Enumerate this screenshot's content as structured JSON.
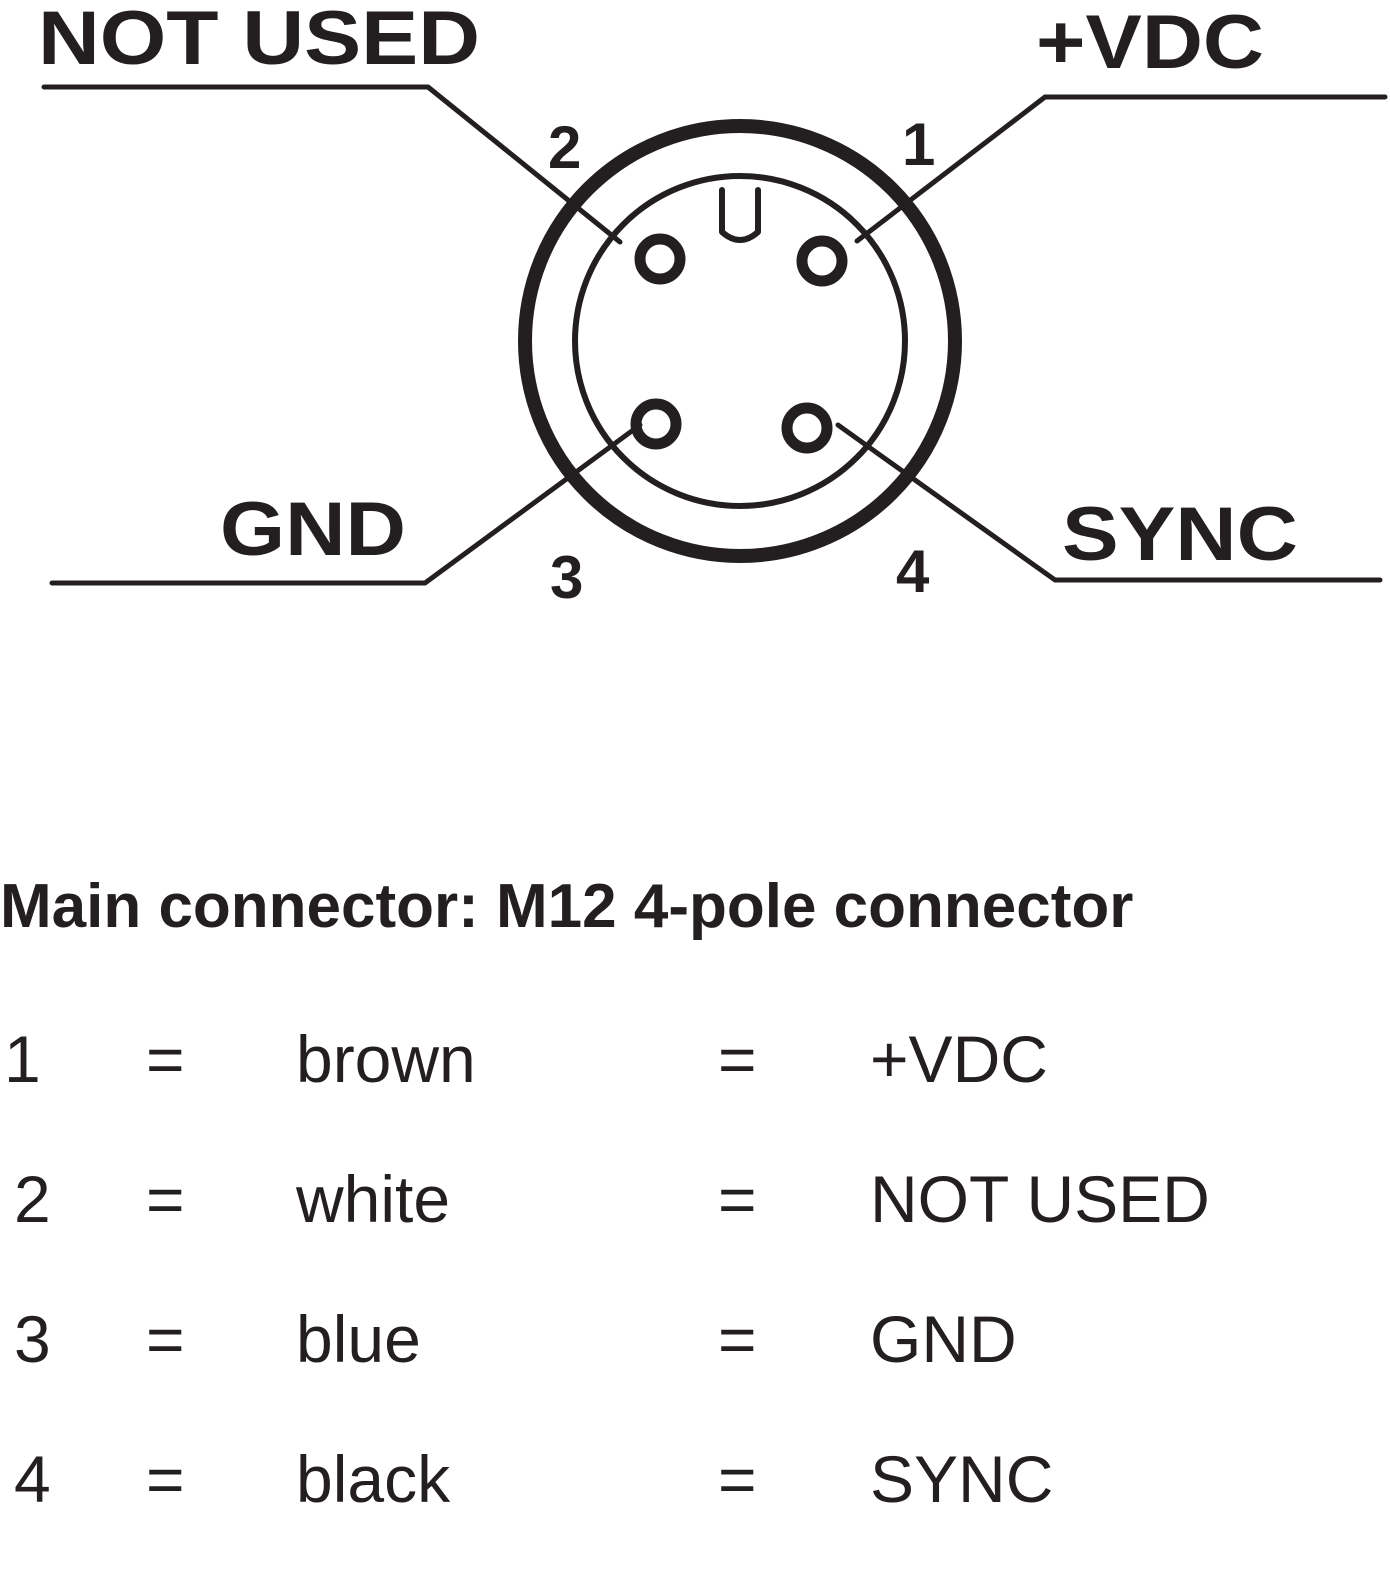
{
  "diagram": {
    "labels": {
      "not_used": "NOT USED",
      "vdc": "+VDC",
      "gnd": "GND",
      "sync": "SYNC"
    },
    "pin_numbers": {
      "p1": "1",
      "p2": "2",
      "p3": "3",
      "p4": "4"
    }
  },
  "title": "Main connector: M12 4-pole connector",
  "pins": [
    {
      "number": "1",
      "eq": "=",
      "color": "brown",
      "eq2": "=",
      "signal": "+VDC"
    },
    {
      "number": "2",
      "eq": "=",
      "color": "white",
      "eq2": "=",
      "signal": "NOT USED"
    },
    {
      "number": "3",
      "eq": "=",
      "color": "blue",
      "eq2": "=",
      "signal": "GND"
    },
    {
      "number": "4",
      "eq": "=",
      "color": "black",
      "eq2": "=",
      "signal": "SYNC"
    }
  ],
  "colors": {
    "ink": "#231f20",
    "background": "#ffffff"
  }
}
